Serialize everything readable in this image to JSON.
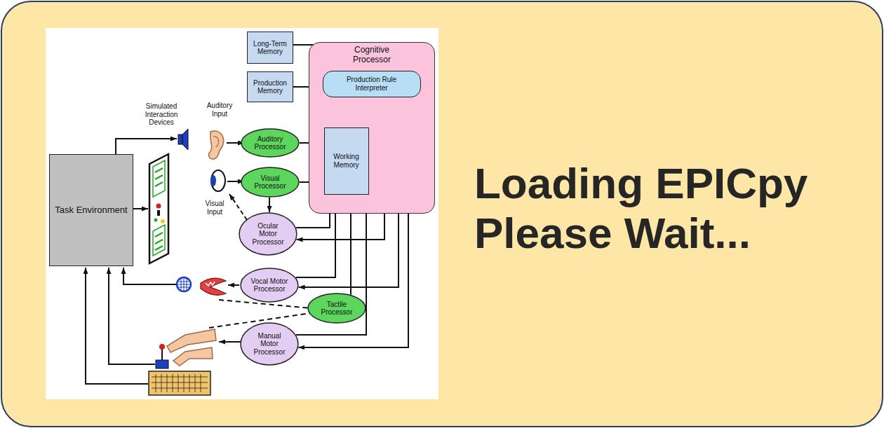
{
  "diagram": {
    "nodes": [
      {
        "text": [
          "Long-Term Memory"
        ]
      },
      {
        "text": [
          "Production Memory"
        ]
      },
      {
        "text": [
          "Cognitive Processor"
        ]
      },
      {
        "text": [
          "Production Rule Interpreter"
        ],
        "in": 2
      },
      {
        "text": [
          "Working Memory"
        ],
        "in": 2
      },
      {
        "text": [
          "Task Environment"
        ]
      },
      {
        "text": [
          "Auditory Processor"
        ]
      },
      {
        "text": [
          "Visual Processor"
        ]
      },
      {
        "text": [
          "Ocular Motor Processor"
        ]
      },
      {
        "text": [
          "Vocal Motor Processor"
        ]
      },
      {
        "text": [
          "Tactile Processor"
        ]
      },
      {
        "text": [
          "Manual Motor Processor"
        ]
      }
    ],
    "edges": [
      {
        "from": 0,
        "to": 3,
        "arrow": "to"
      },
      {
        "from": 1,
        "to": 3,
        "arrow": "to"
      },
      {
        "from": 3,
        "to": 4,
        "arrow": "to"
      },
      {
        "from": 4,
        "to": 3,
        "arrow": "to"
      },
      {
        "from": 6,
        "to": 4,
        "arrow": "to"
      },
      {
        "from": 7,
        "to": 4,
        "arrow": "to"
      },
      {
        "from": 7,
        "to": 8,
        "arrow": "to"
      },
      {
        "from": 8,
        "to": 4,
        "arrow": "to"
      },
      {
        "from": 3,
        "to": 8,
        "arrow": "to"
      },
      {
        "from": 9,
        "to": 4,
        "arrow": "to"
      },
      {
        "from": 3,
        "to": 9,
        "arrow": "to"
      },
      {
        "from": 10,
        "to": 4,
        "arrow": "to"
      },
      {
        "from": 11,
        "to": 4,
        "arrow": "to"
      },
      {
        "from": 3,
        "to": 11,
        "arrow": "to"
      }
    ],
    "labels": [
      "Simulated Interaction Devices",
      "Auditory Input",
      "Visual Input",
      "Loading EPICpy Please Wait..."
    ]
  }
}
